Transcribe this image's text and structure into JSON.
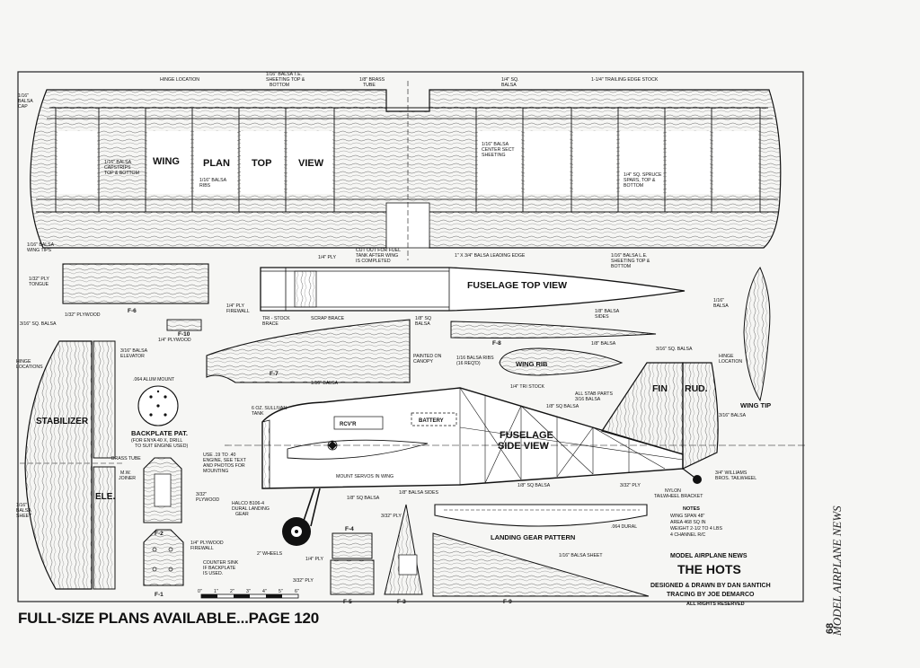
{
  "title_block": {
    "magazine": "MODEL AIRPLANE NEWS",
    "model": "THE HOTS",
    "designer": "DESIGNED & DRAWN BY DAN SANTICH",
    "tracer": "TRACING BY JOE DEMARCO",
    "rights": "ALL RIGHTS RESERVED"
  },
  "notes": {
    "heading": "NOTES",
    "lines": [
      "WING SPAN 48\"",
      "AREA 468 SQ IN",
      "WEIGHT 2-1/2 TO 4 LBS",
      "4 CHANNEL R/C"
    ]
  },
  "footer": "FULL-SIZE PLANS AVAILABLE...PAGE 120",
  "side_text": "MODEL AIRPLANE NEWS",
  "page_number": "68",
  "views": {
    "wing": [
      "WING",
      "PLAN",
      "TOP",
      "VIEW"
    ],
    "fuselage_top": "FUSELAGE TOP VIEW",
    "fuselage_side_1": "FUSELAGE",
    "fuselage_side_2": "SIDE VIEW",
    "stabilizer": "STABILIZER",
    "elevator": "ELE.",
    "fin": "FIN",
    "rudder": "RUD.",
    "wing_tip": "WING TIP",
    "wing_rib": "WING RIB",
    "landing_gear": "LANDING GEAR PATTERN",
    "backplate": "BACKPLATE PAT.",
    "backplate_note_1": "(FOR ENYA 40 X, DRILL",
    "backplate_note_2": "TO SUIT ENGINE USED)",
    "rcvr": "RCV'R",
    "battery": "BATTERY"
  },
  "parts": {
    "f1": "F-1",
    "f2": "F-2",
    "f3": "F-3",
    "f4": "F-4",
    "f5": "F-5",
    "f6": "F-6",
    "f7": "F-7",
    "f8": "F-8",
    "f9": "F-9",
    "f10": "F-10"
  },
  "labels": {
    "hinge_location": "HINGE LOCATION",
    "balsa_te_1": "1/16\" BALSA T.E.",
    "balsa_te_2": "SHEETING TOP &",
    "balsa_te_3": "BOTTOM",
    "brass_tube_1": "1/8\" BRASS",
    "brass_tube_2": "TUBE",
    "sq_balsa": "1/4\" SQ.",
    "sq_balsa_2": "BALSA",
    "trailing_edge": "1-1/4\" TRAILING EDGE STOCK",
    "balsa_cap_1": "1/16\"",
    "balsa_cap_2": "BALSA",
    "balsa_cap_3": "CAP",
    "capstrips_1": "1/16\" BALSA",
    "capstrips_2": "CAPSTRIPS",
    "capstrips_3": "TOP & BOTTOM",
    "ribs_1": "1/16\" BALSA",
    "ribs_2": "RIBS",
    "center_sect_1": "1/16\" BALSA",
    "center_sect_2": "CENTER SECT",
    "center_sect_3": "SHEETING",
    "spars_1": "1/4\" SQ. SPRUCE",
    "spars_2": "SPARS, TOP &",
    "spars_3": "BOTTOM",
    "wing_tips_1": "1/16\" BALSA",
    "wing_tips_2": "WING TIPS",
    "cutout_1": "CUT OUT FOR FUEL",
    "cutout_2": "TANK AFTER WING",
    "cutout_3": "IS COMPLETED",
    "leading_edge": "1\" X 3/4\" BALSA LEADING EDGE",
    "le_sheet_1": "1/16\" BALSA L.E.",
    "le_sheet_2": "SHEETING TOP &",
    "le_sheet_3": "BOTTOM",
    "ply_tongue_1": "1/32\" PLY",
    "ply_tongue_2": "TONGUE",
    "ply_132": "1/32\" PLYWOOD",
    "ply_14": "1/4\" PLY",
    "ply_firewall_1": "1/4\" PLY",
    "ply_firewall_2": "FIREWALL",
    "tri_stock_1": "TRI - STOCK",
    "tri_stock_2": "BRACE",
    "scrap_brace": "SCRAP BRACE",
    "sq_balsa_18_1": "1/8\" SQ",
    "sq_balsa_18_2": "BALSA",
    "balsa_sides_1": "1/8\" BALSA",
    "balsa_sides_2": "SIDES",
    "balsa_116": "1/16\"",
    "balsa_116_2": "BALSA",
    "balsa_18": "1/8\" BALSA",
    "balsa_116_f7": "1/16\" BALSA",
    "plywood_14": "1/4\" PLYWOOD",
    "sq_balsa_316": "3/16\" SQ. BALSA",
    "hinge_locations_1": "HINGE",
    "hinge_locations_2": "LOCATIONS",
    "elevator_1": "3/16\" BALSA",
    "elevator_2": "ELEVATOR",
    "alum_mount": ".064 ALUM MOUNT",
    "painted_1": "PAINTED ON",
    "painted_2": "CANOPY",
    "ribs_req_1": "1/16 BALSA RIBS",
    "ribs_req_2": "(16 REQ'D)",
    "tri_stock_14": "1/4\" TRI STOCK",
    "stab_parts_1": "ALL STAB PARTS",
    "stab_parts_2": "3/16 BALSA",
    "sq_balsa_18b": "1/8\" SQ BALSA",
    "sq_balsa_316b": "3/16\" SQ. BALSA",
    "hinge_loc_fin_1": "HINGE",
    "hinge_loc_fin_2": "LOCATION",
    "balsa_316": "3/16\" BALSA",
    "tank_1": "6 OZ. SULLIVAN",
    "tank_2": "TANK",
    "engine_1": "USE .19 TO .40",
    "engine_2": "ENGINE, SEE TEXT",
    "engine_3": "AND PHOTOS FOR",
    "engine_4": "MOUNTING",
    "brass_tube_stab": "BRASS TUBE",
    "joiner_1": "M.W.",
    "joiner_2": "JOINER",
    "balsa_sheet_1": "1/16\"",
    "balsa_sheet_2": "BALSA",
    "balsa_sheet_3": "SHEET",
    "plywood_332_1": "3/32\"",
    "plywood_332_2": "PLYWOOD",
    "halco_1": "HALCO B106-4",
    "halco_2": "DURAL LANDING",
    "halco_3": "GEAR",
    "sq_balsa_f4": "1/8\" SQ BALSA",
    "mount_servos": "MOUNT SERVOS IN WING",
    "balsa_sides_f": "1/8\" BALSA SIDES",
    "sq_balsa_bottom": "1/8\" SQ BALSA",
    "ply_332_r": "3/32\" PLY",
    "williams_1": "3/4\" WILLIAMS",
    "williams_2": "BROS. TAILWHEEL",
    "nylon_1": "NYLON",
    "nylon_2": "TAILWHEEL BRACKET",
    "dural": ".064 DURAL",
    "ply_14_firewall_1": "1/4\" PLYWOOD",
    "ply_14_firewall_2": "FIREWALL",
    "countersink_1": "COUNTER SINK",
    "countersink_2": "IF BACKPLATE",
    "countersink_3": "IS USED.",
    "wheels": "2\" WHEELS",
    "ply_14_f5": "1/4\" PLY",
    "ply_332_f5": "3/32\" PLY",
    "ply_332_f3": "3/32\" PLY",
    "balsa_sheet_f9": "1/16\" BALSA SHEET",
    "cl": "℄"
  },
  "scale": {
    "ticks": [
      "0\"",
      "1\"",
      "2\"",
      "3\"",
      "4\"",
      "5\"",
      "6\""
    ]
  }
}
